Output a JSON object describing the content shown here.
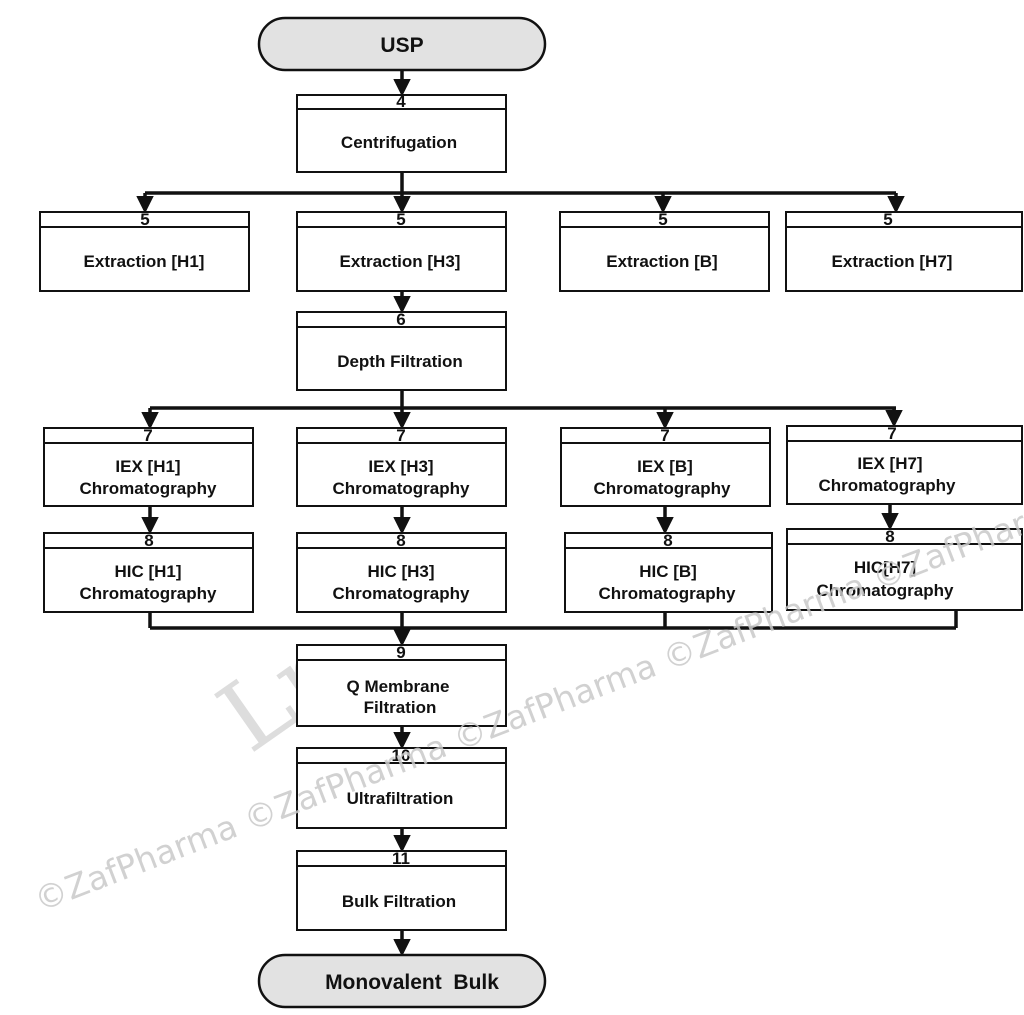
{
  "terminals": {
    "start": "USP",
    "end": "Monovalent  Bulk"
  },
  "steps": {
    "centrifugation": {
      "num": "4",
      "label": "Centrifugation"
    },
    "extraction_h1": {
      "num": "5",
      "label": "Extraction [H1]"
    },
    "extraction_h3": {
      "num": "5",
      "label": "Extraction [H3]"
    },
    "extraction_b": {
      "num": "5",
      "label": "Extraction [B]"
    },
    "extraction_h7": {
      "num": "5",
      "label": "Extraction [H7]"
    },
    "depth_filtration": {
      "num": "6",
      "label": "Depth Filtration"
    },
    "iex_h1": {
      "num": "7",
      "line1": "IEX [H1]",
      "line2": "Chromatography"
    },
    "iex_h3": {
      "num": "7",
      "line1": "IEX [H3]",
      "line2": "Chromatography"
    },
    "iex_b": {
      "num": "7",
      "line1": "IEX [B]",
      "line2": "Chromatography"
    },
    "iex_h7": {
      "num": "7",
      "line1": "IEX [H7]",
      "line2": "Chromatography"
    },
    "hic_h1": {
      "num": "8",
      "line1": "HIC [H1]",
      "line2": "Chromatography"
    },
    "hic_h3": {
      "num": "8",
      "line1": "HIC [H3]",
      "line2": "Chromatography"
    },
    "hic_b": {
      "num": "8",
      "line1": "HIC [B]",
      "line2": "Chromatography"
    },
    "hic_h7": {
      "num": "8",
      "line1": "HIC[H7]",
      "line2": "Chromatography"
    },
    "q_membrane": {
      "num": "9",
      "line1": "Q Membrane",
      "line2": "Filtration"
    },
    "ultrafiltration": {
      "num": "10",
      "label": "Ultrafiltration"
    },
    "bulk_filtration": {
      "num": "11",
      "label": "Bulk Filtration"
    }
  },
  "watermark": {
    "text": "©ZafPharma ©ZafPharma ©ZafPharma ©ZafPharma ©ZafPharma",
    "big": "Ln"
  },
  "colors": {
    "line": "#111111",
    "terminal_fill": "#e2e2e2",
    "box_fill": "#ffffff"
  }
}
